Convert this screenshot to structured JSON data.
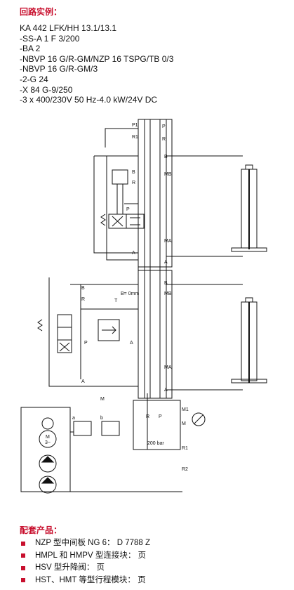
{
  "heading_example": "回路实例：",
  "code_lines": [
    "KA 442 LFK/HH 13.1/13.1",
    "-SS-A 1 F 3/200",
    "-BA 2",
    "-NBVP 16 G/R-GM/NZP 16 TSPG/TB 0/3",
    "-NBVP 16 G/R-GM/3",
    "-2-G 24",
    "-X 84 G-9/250",
    "-3 x 400/230V 50 Hz-4.0 kW/24V DC"
  ],
  "heading_products": "配套产品：",
  "products": [
    "NZP 型中间板 NG 6： D 7788 Z",
    "HMPL 和 HMPV 型连接块： 页",
    "HSV 型升降阀： 页",
    "HST、HMT 等型行程模块： 页"
  ],
  "diagram": {
    "labels": {
      "p1": "P1",
      "r1": "R1",
      "p_top": "P",
      "r_top": "R",
      "b_top": "B",
      "a_top": "A",
      "b_right": "B",
      "mb_top": "MB",
      "ma_top": "MA",
      "a_right_top": "A",
      "r_v1": "R",
      "b_v1": "B",
      "p_v1": "P",
      "b_mid": "B",
      "mb_mid": "MB",
      "r_v2": "R",
      "b_v2": "B",
      "t_v2": "T",
      "b_restrict": "B= 0mm",
      "p_v2": "P",
      "a_v2": "A",
      "ma_mid": "MA",
      "a_mid": "A",
      "a_left": "A",
      "m_mid": "M",
      "m1": "M1",
      "m": "M",
      "r_blk": "R",
      "p_blk": "P",
      "bar200": "200 bar",
      "r1_blk": "R1",
      "r2_blk": "R2",
      "valve_a": "a",
      "valve_b": "b",
      "motor_m": "M",
      "motor_3": "3~"
    }
  }
}
